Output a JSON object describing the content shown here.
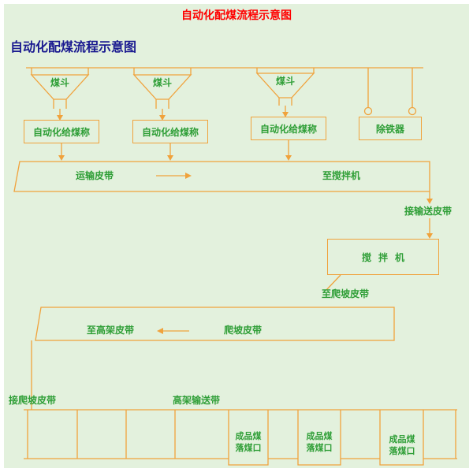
{
  "title": {
    "text": "自动化配煤流程示意图"
  },
  "subtitle": {
    "text": "自动化配煤流程示意图"
  },
  "colors": {
    "background": "#e3f1dd",
    "line_orange": "#f0a23c",
    "label_green": "#2e9e36",
    "title_red": "#ff0000",
    "subtitle_navy": "#1a1a90"
  },
  "hoppers": [
    {
      "label": "煤斗"
    },
    {
      "label": "煤斗"
    },
    {
      "label": "煤斗"
    }
  ],
  "feeders": [
    {
      "label": "自动化给煤称"
    },
    {
      "label": "自动化给煤称"
    },
    {
      "label": "自动化给煤称"
    }
  ],
  "iron_remover": {
    "label": "除铁器"
  },
  "transport_belt": {
    "label": "运输皮带",
    "destination": "至搅拌机"
  },
  "transfer_down": {
    "label": "接输送皮带"
  },
  "mixer": {
    "label": "搅拌机"
  },
  "to_climb": {
    "label": "至爬坡皮带"
  },
  "climb_belt": {
    "label": "爬坡皮带",
    "destination": "至高架皮带"
  },
  "climb_connect": {
    "label": "接爬坡皮带"
  },
  "elevated_belt": {
    "label": "高架输送带"
  },
  "outlets": [
    {
      "line1": "成品煤",
      "line2": "落煤口"
    },
    {
      "line1": "成品煤",
      "line2": "落煤口"
    },
    {
      "line1": "成品煤",
      "line2": "落煤口"
    }
  ]
}
